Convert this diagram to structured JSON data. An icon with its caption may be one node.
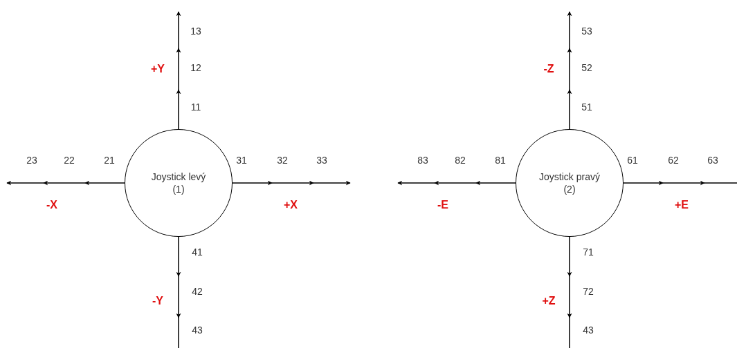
{
  "diagram": {
    "nodes": [
      {
        "text": [
          "Joystick levý",
          "(1)"
        ]
      },
      {
        "text": [
          "Joystick pravý",
          "(2)"
        ]
      }
    ],
    "edges": [
      {
        "from": 0,
        "to": null,
        "arrow": "to"
      },
      {
        "from": 0,
        "to": null,
        "arrow": "to"
      },
      {
        "from": 0,
        "to": null,
        "arrow": "to"
      },
      {
        "from": 0,
        "to": null,
        "arrow": "to"
      },
      {
        "from": 1,
        "to": null,
        "arrow": "to"
      },
      {
        "from": 1,
        "to": null,
        "arrow": "to"
      },
      {
        "from": 1,
        "to": null,
        "arrow": "to"
      },
      {
        "from": 1,
        "to": null,
        "arrow": "to"
      }
    ],
    "labels": [
      "13",
      "53",
      "+Y",
      "12",
      "-Z",
      "52",
      "11",
      "51",
      "23",
      "22",
      "21",
      "31",
      "32",
      "33",
      "83",
      "82",
      "81",
      "61",
      "62",
      "63",
      "-X",
      "+X",
      "-E",
      "+E",
      "41",
      "71",
      "-Y",
      "42",
      "+Z",
      "72",
      "43",
      "43"
    ]
  }
}
